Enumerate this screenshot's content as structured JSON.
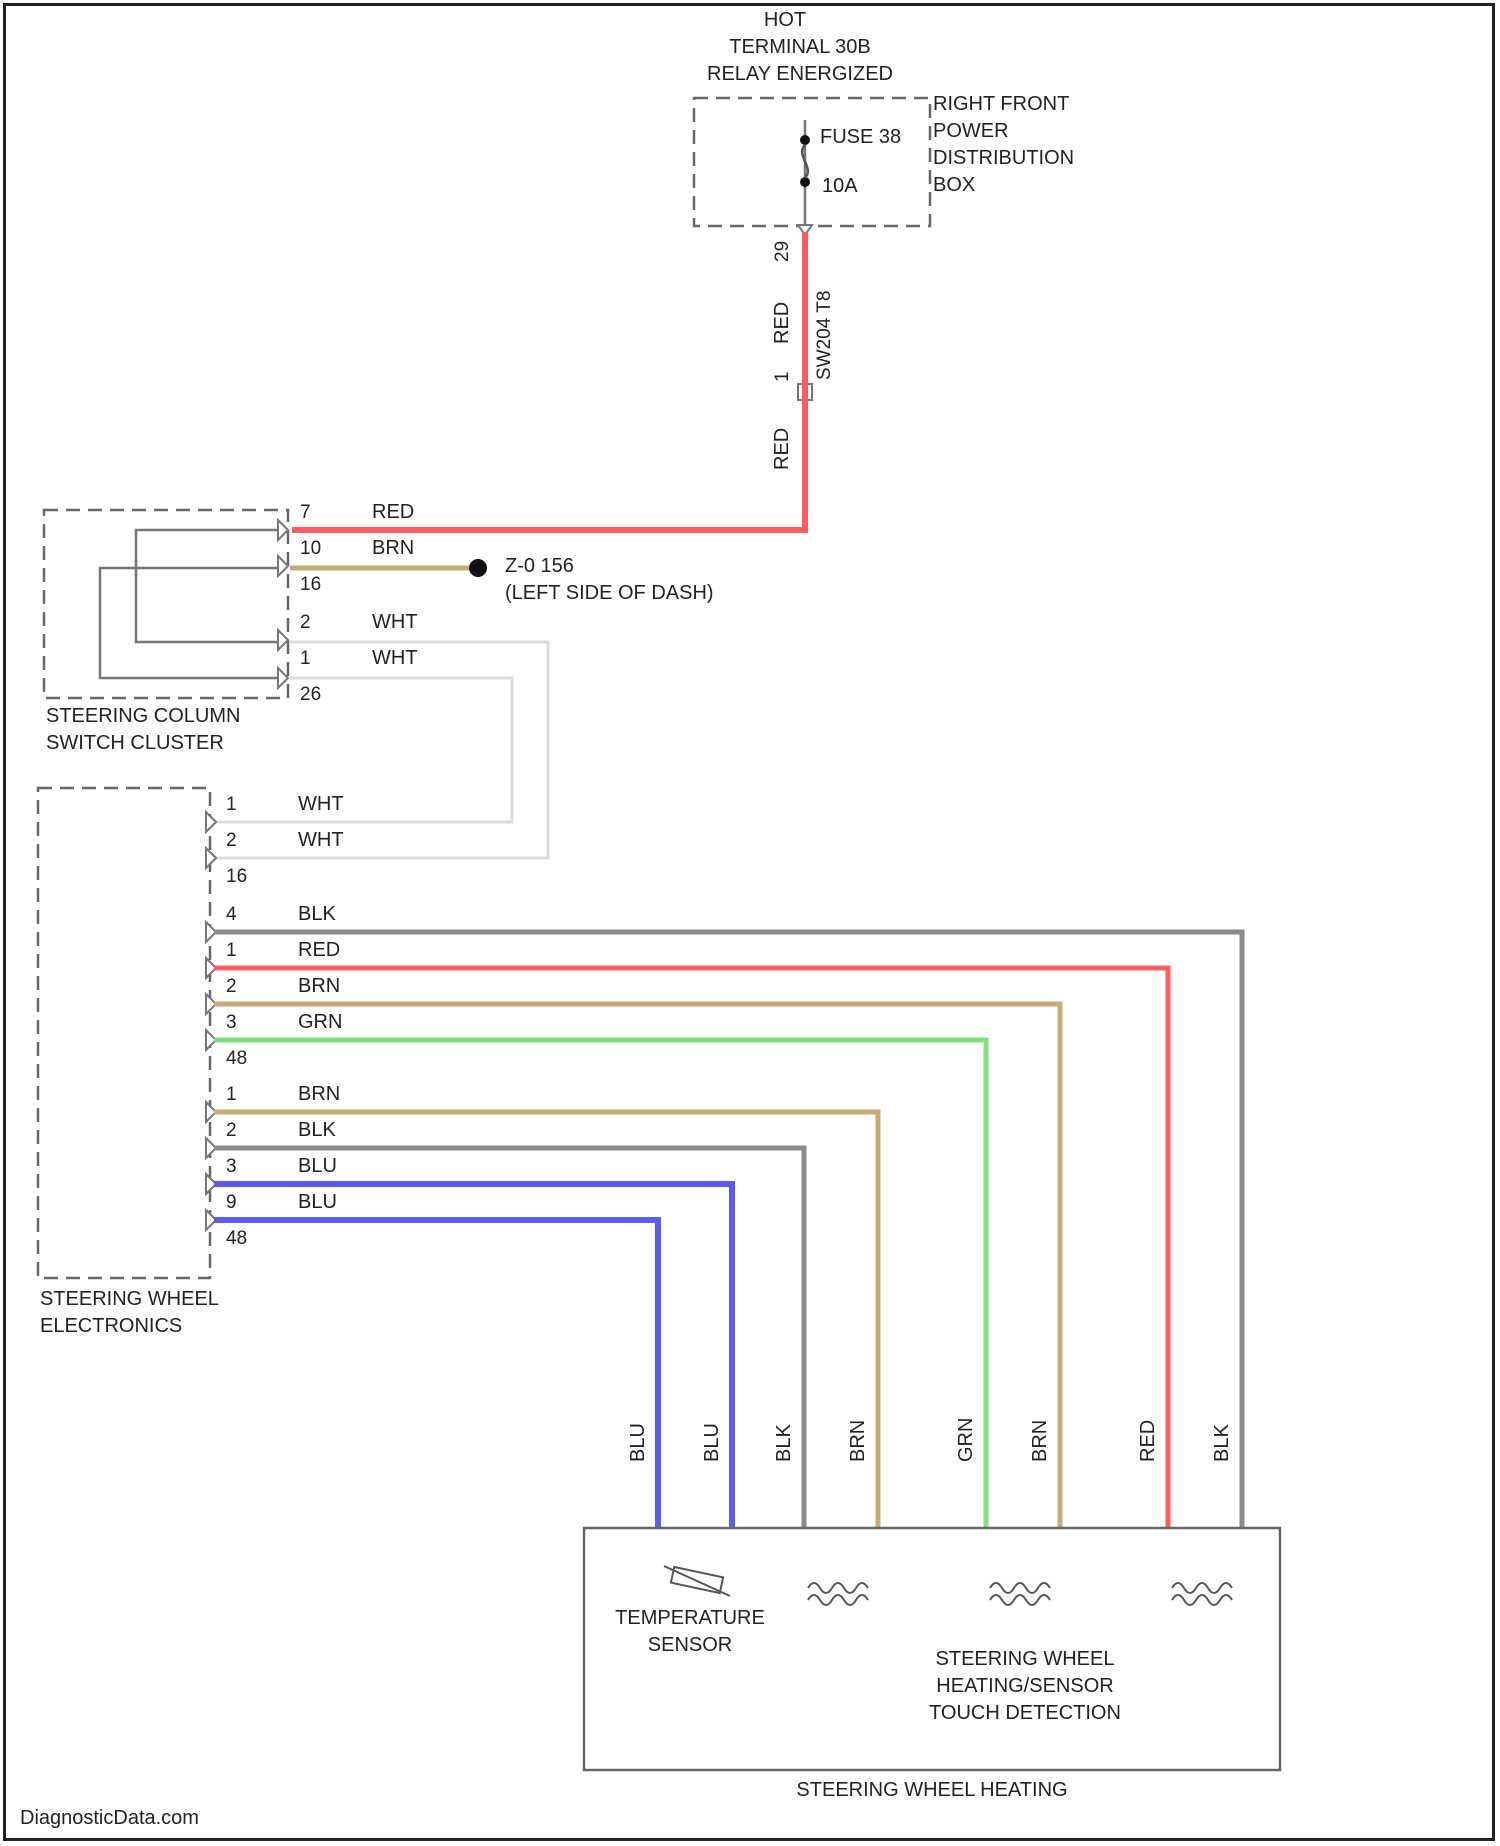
{
  "source": {
    "hot_label": "HOT",
    "terminal_label": "TERMINAL 30B",
    "relay_label": "RELAY ENERGIZED",
    "fuse_label": "FUSE 38",
    "fuse_rating": "10A",
    "box_lines": [
      "RIGHT FRONT",
      "POWER",
      "DISTRIBUTION",
      "BOX"
    ],
    "pin_upper": "29",
    "pin_mid": "1",
    "connector_label": "SW204 T8",
    "wire_upper": "RED",
    "wire_lower": "RED"
  },
  "switch_cluster": {
    "label_lines": [
      "STEERING COLUMN",
      "SWITCH CLUSTER"
    ],
    "pins": [
      {
        "pin": "7",
        "wire": "RED"
      },
      {
        "pin": "10",
        "wire": "BRN"
      },
      {
        "pin": "16",
        "wire": ""
      },
      {
        "pin": "2",
        "wire": "WHT"
      },
      {
        "pin": "1",
        "wire": "WHT"
      },
      {
        "pin": "26",
        "wire": ""
      }
    ]
  },
  "ground": {
    "label": "Z-0 156",
    "location": "(LEFT SIDE OF DASH)"
  },
  "wheel_electronics": {
    "label_lines": [
      "STEERING WHEEL",
      "ELECTRONICS"
    ],
    "pins": [
      {
        "pin": "1",
        "wire": "WHT"
      },
      {
        "pin": "2",
        "wire": "WHT"
      },
      {
        "pin": "16",
        "wire": ""
      },
      {
        "pin": "4",
        "wire": "BLK"
      },
      {
        "pin": "1",
        "wire": "RED"
      },
      {
        "pin": "2",
        "wire": "BRN"
      },
      {
        "pin": "3",
        "wire": "GRN"
      },
      {
        "pin": "48",
        "wire": ""
      },
      {
        "pin": "1",
        "wire": "BRN"
      },
      {
        "pin": "2",
        "wire": "BLK"
      },
      {
        "pin": "3",
        "wire": "BLU"
      },
      {
        "pin": "9",
        "wire": "BLU"
      },
      {
        "pin": "48",
        "wire": ""
      }
    ]
  },
  "heating": {
    "vertical_wire_labels": [
      "BLU",
      "BLU",
      "BLK",
      "BRN",
      "GRN",
      "BRN",
      "RED",
      "BLK"
    ],
    "temp_sensor_lines": [
      "TEMPERATURE",
      "SENSOR"
    ],
    "heating_lines": [
      "STEERING WHEEL",
      "HEATING/SENSOR",
      "TOUCH DETECTION"
    ],
    "component_label": "STEERING WHEEL HEATING"
  },
  "watermark": "DiagnosticData.com",
  "colors": {
    "RED": "#ff5a5f",
    "BRN": "#c9a978",
    "GRN": "#7ee07e",
    "BLU": "#5c5cf2",
    "BLK": "#8a8a8a",
    "WHT": "#dcdcdc"
  }
}
